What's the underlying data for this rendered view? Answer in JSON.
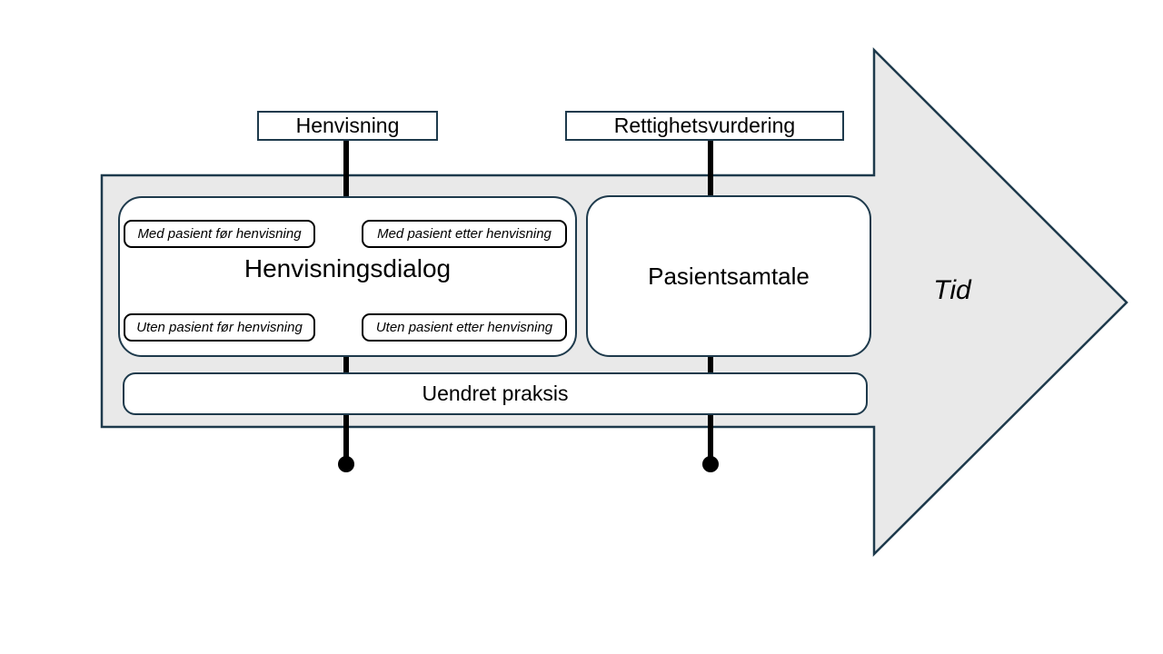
{
  "diagram": {
    "milestones": [
      {
        "label": "Henvisning"
      },
      {
        "label": "Rettighetsvurdering"
      }
    ],
    "henvisningsdialog": {
      "title": "Henvisningsdialog",
      "options": [
        "Med pasient før henvisning",
        "Med pasient etter henvisning",
        "Uten pasient før henvisning",
        "Uten pasient etter henvisning"
      ]
    },
    "pasientsamtale_label": "Pasientsamtale",
    "uendret_praksis_label": "Uendret praksis",
    "time_axis_label": "Tid",
    "colors": {
      "arrow_fill": "#e9e9e9",
      "outline": "#1e3a4c",
      "connector": "#000000",
      "box_background": "#ffffff",
      "page_background": "#ffffff"
    }
  }
}
